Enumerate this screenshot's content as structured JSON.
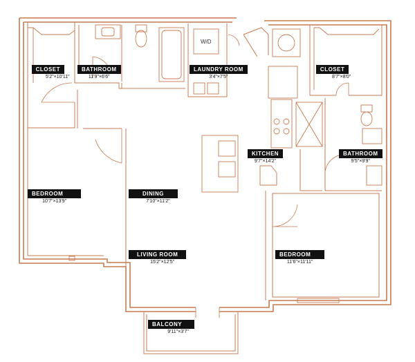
{
  "rooms": {
    "closet_left": {
      "name": "CLOSET",
      "dim": "5'2\"×10'11\""
    },
    "bathroom_left": {
      "name": "BATHROOM",
      "dim": "11'9\"×6'6\""
    },
    "laundry": {
      "name": "LAUNDRY ROOM",
      "dim": "3'4\"×7'5\""
    },
    "closet_right": {
      "name": "CLOSET",
      "dim": "8'7\"×8'0\""
    },
    "kitchen": {
      "name": "KITCHEN",
      "dim": "9'7\"×14'2\""
    },
    "bathroom_right": {
      "name": "BATHROOM",
      "dim": "9'5\"×9'9\""
    },
    "bedroom_left": {
      "name": "BEDROOM",
      "dim": "10'7\"×13'9\""
    },
    "dining": {
      "name": "DINING",
      "dim": "7'10\"×11'2\""
    },
    "living": {
      "name": "LIVING ROOM",
      "dim": "15'2\"×12'5\""
    },
    "bedroom_right": {
      "name": "BEDROOM",
      "dim": "11'6\"×11'11\""
    },
    "balcony": {
      "name": "BALCONY",
      "dim": "9'11\"×3'7\""
    }
  },
  "fixtures": {
    "washer_dryer": "W/D"
  },
  "colors": {
    "wall": "#c87a4f",
    "label_bg": "#111111",
    "label_text": "#ffffff"
  }
}
